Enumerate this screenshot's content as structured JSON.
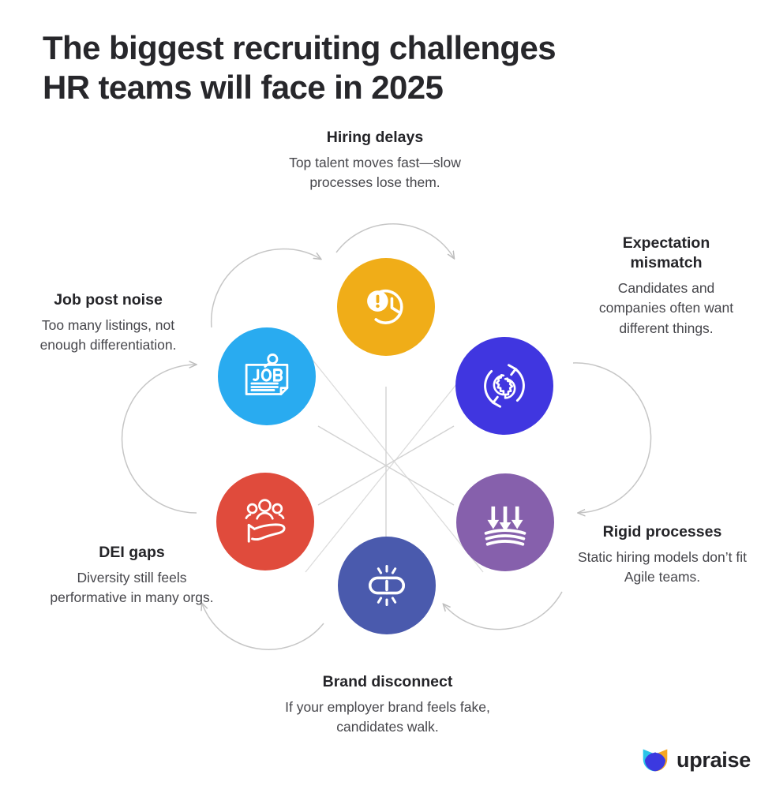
{
  "title": {
    "line1": "The biggest recruiting challenges",
    "line2": "HR teams will face in 2025"
  },
  "diagram": {
    "type": "hexagonal-cycle",
    "center_hub": "six-spoke-star",
    "connector_style": "curved-gray-arrows-clockwise",
    "nodes": [
      {
        "id": "hiring-delays",
        "heading": "Hiring delays",
        "body": "Top talent moves fast—slow processes lose them.",
        "color": "#F0AD18",
        "icon": "clock-alert-icon",
        "position": "top"
      },
      {
        "id": "expectation-mismatch",
        "heading": "Expectation mismatch",
        "body": "Candidates and companies often want different things.",
        "color": "#4036E0",
        "icon": "gears-sync-icon",
        "position": "upper-right"
      },
      {
        "id": "rigid-processes",
        "heading": "Rigid processes",
        "body": "Static hiring models don’t fit Agile teams.",
        "color": "#8660AC",
        "icon": "arrows-down-pressure-icon",
        "position": "lower-right"
      },
      {
        "id": "brand-disconnect",
        "heading": "Brand disconnect",
        "body": "If your employer brand feels fake, candidates walk.",
        "color": "#4A5AAD",
        "icon": "broken-link-icon",
        "position": "bottom"
      },
      {
        "id": "dei-gaps",
        "heading": "DEI gaps",
        "body": "Diversity still feels performative in many orgs.",
        "color": "#E04B3C",
        "icon": "people-in-hand-icon",
        "position": "lower-left"
      },
      {
        "id": "job-post-noise",
        "heading": "Job post noise",
        "body": "Too many listings, not enough differentiation.",
        "color": "#29ABF0",
        "icon": "job-posting-icon",
        "position": "upper-left"
      }
    ]
  },
  "logo": {
    "word": "upraise",
    "mark": "upraise-cat-mark-icon",
    "mark_colors": [
      "#2BC4E8",
      "#F5A623",
      "#3B39E0"
    ]
  },
  "palette": {
    "background": "#FFFFFF",
    "heading_text": "#242428",
    "body_text": "#46464B",
    "connector": "#BFBFBF",
    "hub": "#D6D6D6"
  }
}
